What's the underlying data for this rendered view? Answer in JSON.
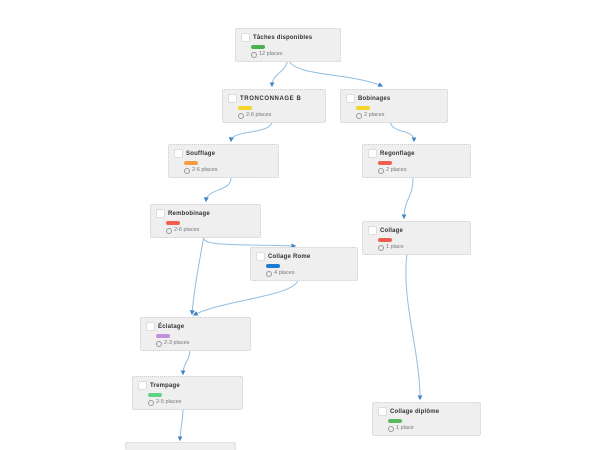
{
  "diagram": {
    "nodes": [
      {
        "id": "n1",
        "title": "Tâches disponibles",
        "caps": false,
        "pill_color": "#4caf50",
        "places": "12 places"
      },
      {
        "id": "n2",
        "title": "TRONCONNAGE B",
        "caps": true,
        "pill_color": "#f5d327",
        "places": "2-6 places"
      },
      {
        "id": "n3",
        "title": "Bobinages",
        "caps": false,
        "pill_color": "#f5d327",
        "places": "2 places"
      },
      {
        "id": "n4",
        "title": "Soufflage",
        "caps": false,
        "pill_color": "#f59e42",
        "places": "2-6 places"
      },
      {
        "id": "n5",
        "title": "Regonflage",
        "caps": false,
        "pill_color": "#ee5f52",
        "places": "2 places"
      },
      {
        "id": "n6",
        "title": "Rembobinage",
        "caps": false,
        "pill_color": "#ee5f52",
        "places": "2-6 places"
      },
      {
        "id": "n7",
        "title": "Collage Rome",
        "caps": false,
        "pill_color": "#1f7ad4",
        "places": "4 places"
      },
      {
        "id": "n8",
        "title": "Collage",
        "caps": false,
        "pill_color": "#ee5f52",
        "places": "1 place"
      },
      {
        "id": "n9",
        "title": "Éclatage",
        "caps": false,
        "pill_color": "#c08fdd",
        "places": "2-3 places"
      },
      {
        "id": "n10",
        "title": "Trempage",
        "caps": false,
        "pill_color": "#5fd38a",
        "places": "2-5 places"
      },
      {
        "id": "n11",
        "title": "Collage diplôme",
        "caps": false,
        "pill_color": "#5cb85c",
        "places": "1 place"
      },
      {
        "id": "n12",
        "title": "",
        "caps": false,
        "pill_color": "",
        "places": ""
      }
    ],
    "edges": [
      {
        "from": "n1",
        "to": "n2"
      },
      {
        "from": "n1",
        "to": "n3"
      },
      {
        "from": "n2",
        "to": "n4"
      },
      {
        "from": "n3",
        "to": "n5"
      },
      {
        "from": "n4",
        "to": "n6"
      },
      {
        "from": "n5",
        "to": "n8"
      },
      {
        "from": "n6",
        "to": "n7"
      },
      {
        "from": "n6",
        "to": "n9"
      },
      {
        "from": "n7",
        "to": "n9"
      },
      {
        "from": "n8",
        "to": "n11"
      },
      {
        "from": "n9",
        "to": "n10"
      },
      {
        "from": "n10",
        "to": "n12"
      }
    ]
  },
  "colors": {
    "edge_stroke": "#93bede",
    "arrow_fill": "#3f86c9",
    "node_bg": "#efefef",
    "node_border": "#cfcfcf"
  }
}
